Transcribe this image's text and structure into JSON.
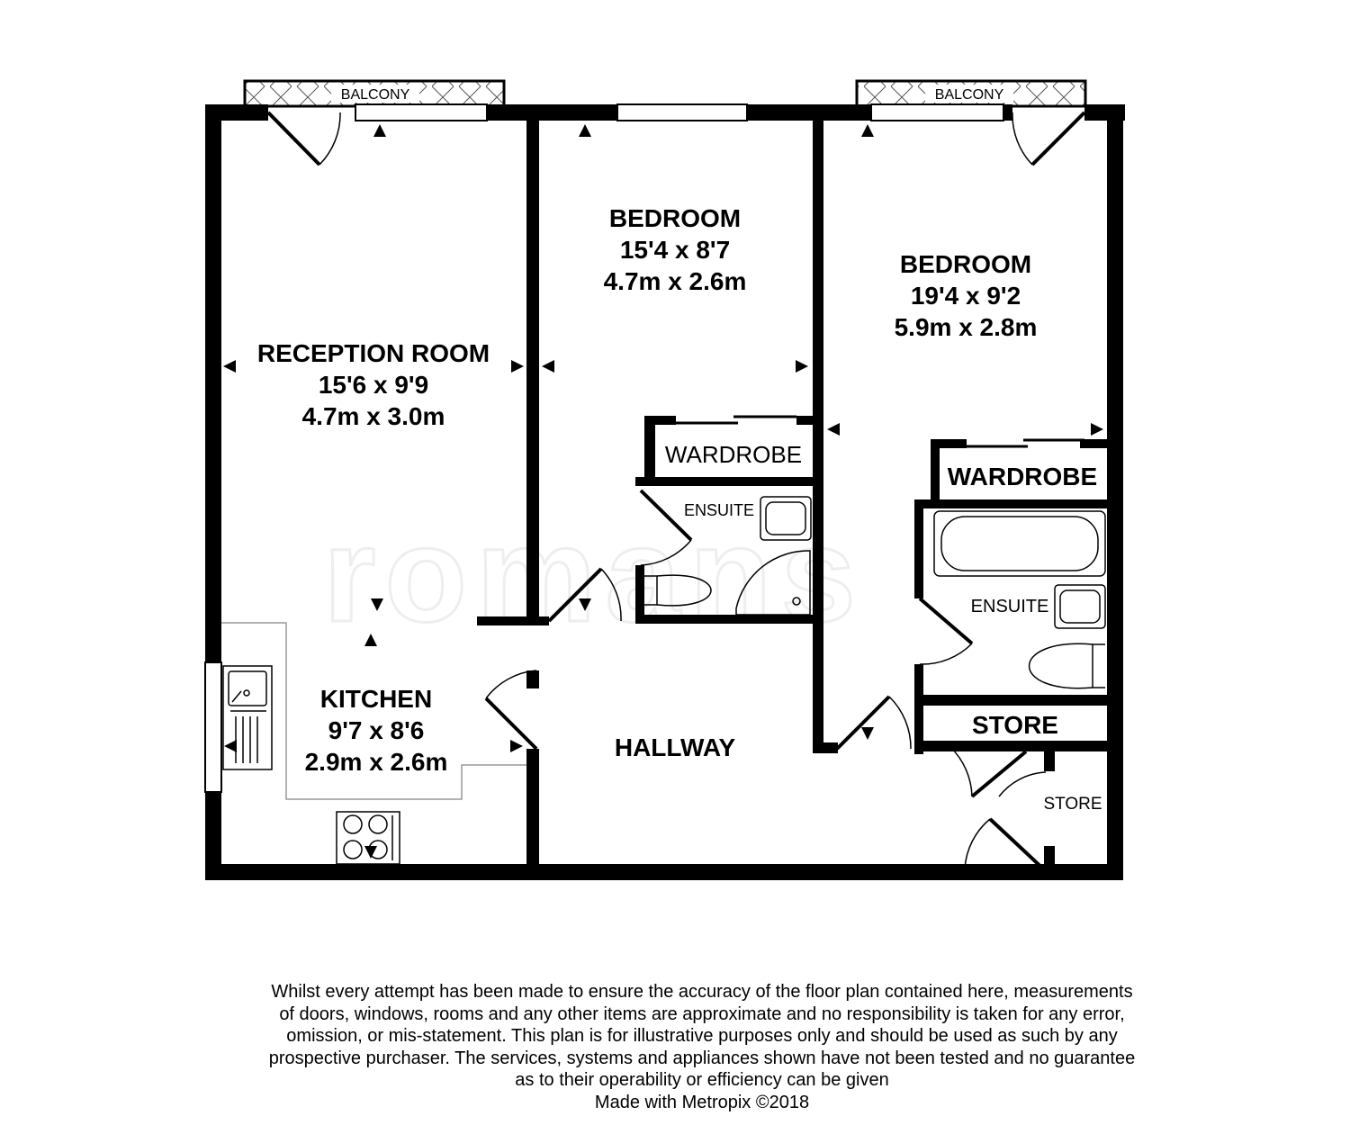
{
  "rooms": {
    "reception": {
      "name": "RECEPTION ROOM",
      "imperial": "15'6 x 9'9",
      "metric": "4.7m x 3.0m"
    },
    "bedroom1": {
      "name": "BEDROOM",
      "imperial": "15'4 x 8'7",
      "metric": "4.7m x 2.6m"
    },
    "bedroom2": {
      "name": "BEDROOM",
      "imperial": "19'4 x 9'2",
      "metric": "5.9m x 2.8m"
    },
    "kitchen": {
      "name": "KITCHEN",
      "imperial": "9'7 x 8'6",
      "metric": "2.9m x 2.6m"
    },
    "hallway": {
      "name": "HALLWAY"
    }
  },
  "labels": {
    "balcony_left": "BALCONY",
    "balcony_right": "BALCONY",
    "wardrobe_1": "WARDROBE",
    "wardrobe_2": "WARDROBE",
    "ensuite_1": "ENSUITE",
    "ensuite_2": "ENSUITE",
    "store_large": "STORE",
    "store_small": "STORE"
  },
  "watermark": "romans",
  "disclaimer": {
    "lines": [
      "Whilst every attempt has been made to ensure the accuracy of the floor plan contained here, measurements",
      "of doors, windows, rooms and any other items are approximate and no responsibility is taken for any error,",
      "omission, or mis-statement. This plan is for illustrative purposes only and should be used as such by any",
      "prospective purchaser. The services, systems and appliances shown have not been tested and no guarantee",
      "as to their operability or efficiency can be given"
    ],
    "credit": "Made with Metropix ©2018"
  },
  "colors": {
    "wall": "#000000",
    "background": "#ffffff",
    "watermark": "#f4f4f4"
  }
}
